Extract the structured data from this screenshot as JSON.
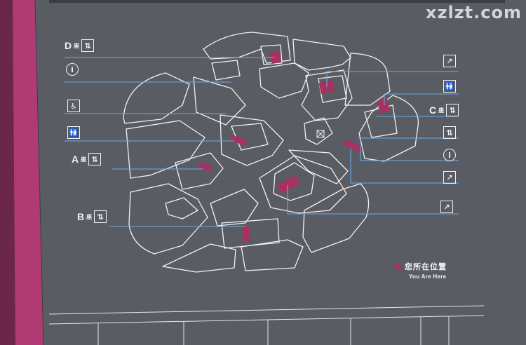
{
  "watermark": "xzlzt.com",
  "you_are_here": {
    "chinese": "您所在位置",
    "english": "You Are Here",
    "marker_color": "#a8315f"
  },
  "colors": {
    "board": "#5a5c63",
    "edge_strip": "#b03b73",
    "lines": "#f2f2f2",
    "leader": "#6ea8e0",
    "highlight": "#a8315f"
  },
  "legend_left": [
    {
      "type": "elevator",
      "label": "D",
      "suffix": "座"
    },
    {
      "type": "information"
    },
    {
      "type": "accessible"
    },
    {
      "type": "restroom"
    },
    {
      "type": "elevator",
      "label": "A",
      "suffix": "座"
    },
    {
      "type": "elevator",
      "label": "B",
      "suffix": "座"
    }
  ],
  "legend_right": [
    {
      "type": "escalator"
    },
    {
      "type": "restroom"
    },
    {
      "type": "elevator",
      "label": "C",
      "suffix": "座"
    },
    {
      "type": "elevator"
    },
    {
      "type": "information"
    },
    {
      "type": "escalator"
    },
    {
      "type": "escalator"
    }
  ],
  "icon_glyphs": {
    "information": "i",
    "accessible": "♿",
    "restroom": "🚻",
    "escalator": "↗",
    "elevator": "⇅"
  }
}
